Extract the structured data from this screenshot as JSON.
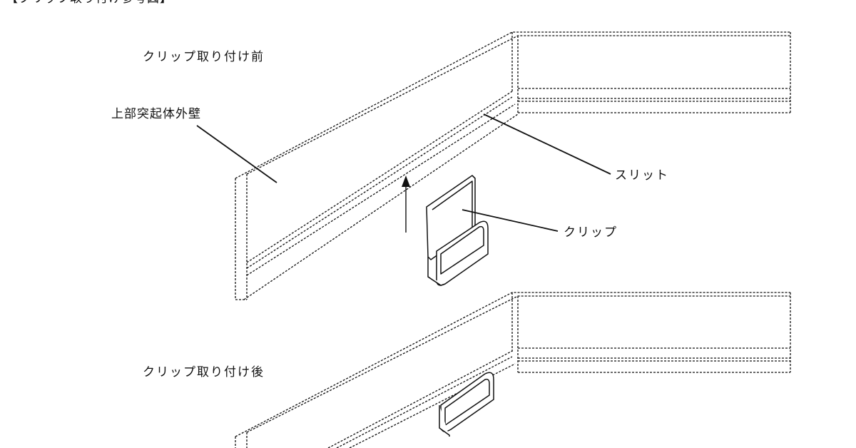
{
  "title": "【クリップ取り付け参考図】",
  "labels": {
    "before": "クリップ取り付け前",
    "wall": "上部突起体外壁",
    "slit": "スリット",
    "clip": "クリップ",
    "after": "クリップ取り付け後"
  },
  "colors": {
    "line": "#111111",
    "background": "#ffffff"
  }
}
